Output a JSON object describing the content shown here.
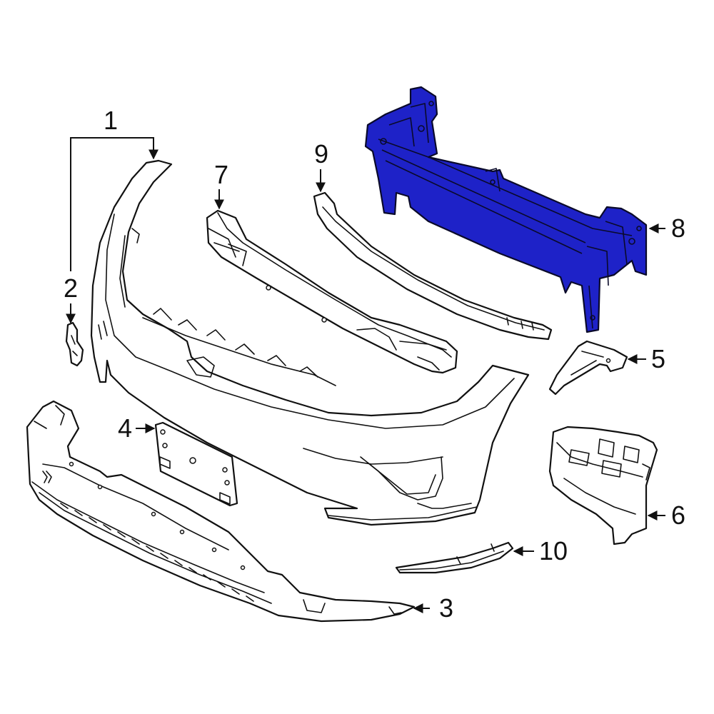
{
  "highlight_color": "#1e22c8",
  "callouts": {
    "c1": "1",
    "c2": "2",
    "c3": "3",
    "c4": "4",
    "c5": "5",
    "c6": "6",
    "c7": "7",
    "c8": "8",
    "c9": "9",
    "c10": "10"
  },
  "highlighted_part": "8"
}
